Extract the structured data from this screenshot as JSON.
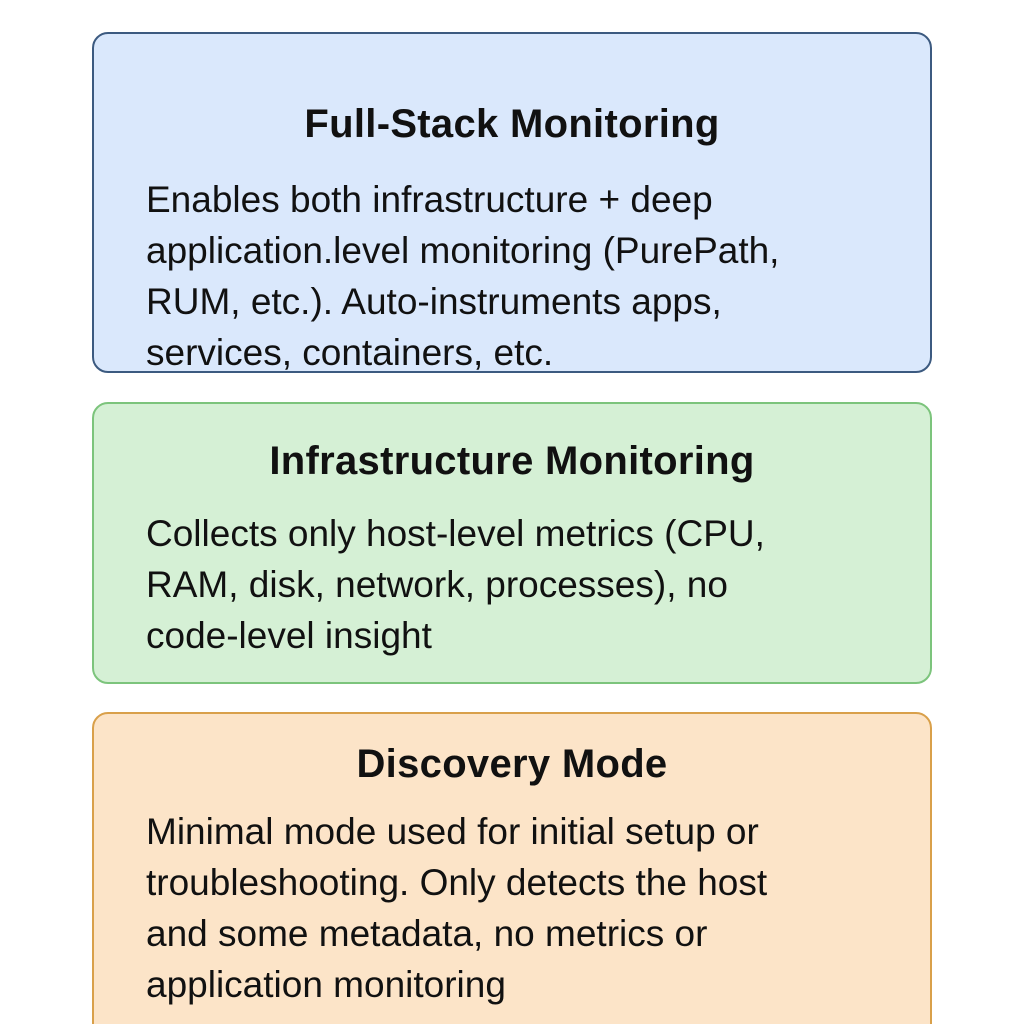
{
  "colors": {
    "full_stack_fill": "#dae8fc",
    "full_stack_border": "#3c5a80",
    "infrastructure_fill": "#d5f0d5",
    "infrastructure_border": "#7cc47c",
    "discovery_fill": "#fce4c8",
    "discovery_border": "#d9a04a"
  },
  "cards": [
    {
      "title": "Full-Stack Monitoring",
      "lines": [
        "Enables both infrastructure + deep",
        "application.level monitoring (PurePath,",
        "RUM, etc.). Auto-instruments apps,",
        "services, containers, etc."
      ]
    },
    {
      "title": "Infrastructure Monitoring",
      "lines": [
        "Collects only host-level metrics (CPU,",
        "RAM, disk, network, processes), no",
        "code-level insight"
      ]
    },
    {
      "title": "Discovery Mode",
      "lines": [
        "Minimal mode used for initial setup or",
        "troubleshooting. Only detects the host",
        "and some metadata, no metrics or",
        "application monitoring"
      ]
    }
  ]
}
